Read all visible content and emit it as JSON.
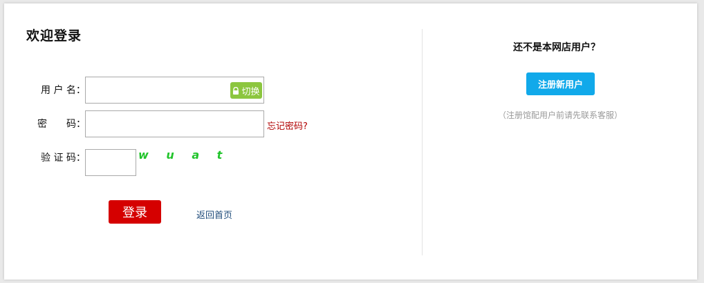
{
  "login": {
    "title": "欢迎登录",
    "username_label": "用 户 名：",
    "username_value": "",
    "switch_label": "切换",
    "password_label": "密　　码：",
    "password_value": "",
    "forgot_password": "忘记密码?",
    "captcha_label": "验 证 码：",
    "captcha_value": "",
    "captcha_text": "w u a t",
    "login_button": "登录",
    "home_link": "返回首页"
  },
  "register": {
    "title": "还不是本网店用户？",
    "button": "注册新用户",
    "note": "（注册馆配用户前请先联系客服）"
  },
  "colors": {
    "login_button": "#d50000",
    "register_button": "#11a9ea",
    "switch_button": "#8cc63f",
    "forgot_link": "#b00000",
    "captcha": "#22c42c"
  },
  "icons": {
    "switch": "lock-icon"
  }
}
